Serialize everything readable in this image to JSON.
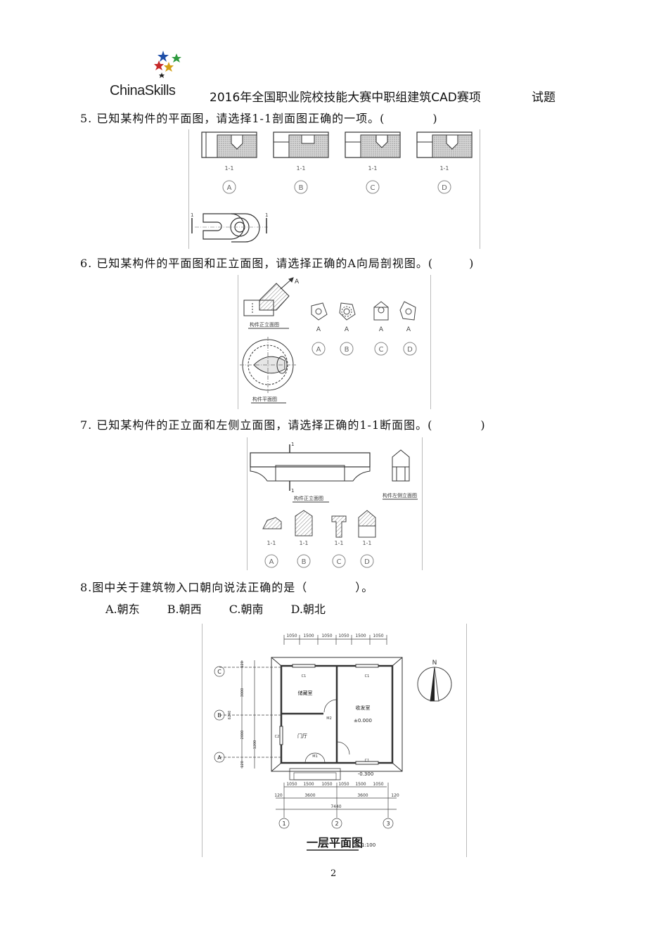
{
  "header": {
    "logo_text": "ChinaSkills",
    "title": "2016年全国职业院校技能大赛中职组建筑CAD赛项",
    "suffix": "试题"
  },
  "questions": [
    {
      "number": "5",
      "text": "5. 已知某构件的平面图，请选择1-1剖面图正确的一项。(　　　　)"
    },
    {
      "number": "6",
      "text": "6. 已知某构件的平面图和正立面图，请选择正确的A向局剖视图。(　　　)"
    },
    {
      "number": "7",
      "text": "7. 已知某构件的正立面和左侧立面图，请选择正确的1-1断面图。(　　　　)"
    },
    {
      "number": "8",
      "text": "8.图中关于建筑物入口朝向说法正确的是（　　　　）。",
      "options": [
        "A.朝东",
        "B.朝西",
        "C.朝南",
        "D.朝北"
      ]
    }
  ],
  "figures": {
    "q5": {
      "section_label": "1-1",
      "options": [
        "A",
        "B",
        "C",
        "D"
      ],
      "plan_mark": "1"
    },
    "q6": {
      "arrow_label": "A",
      "front_caption": "构件正立面图",
      "plan_caption": "构件平面图",
      "options": [
        "A",
        "B",
        "C",
        "D"
      ]
    },
    "q7": {
      "section_mark": "1",
      "front_caption": "构件正立面图",
      "side_caption": "构件左侧立面图",
      "section_label": "1-1",
      "options": [
        "A",
        "B",
        "C",
        "D"
      ]
    },
    "q8": {
      "top_dims": [
        "1050",
        "1500",
        "1050",
        "1050",
        "1500",
        "1050"
      ],
      "bottom_dims1": [
        "1050",
        "1500",
        "1050",
        "1050",
        "1500",
        "1050"
      ],
      "bottom_dims2": [
        "120",
        "3600",
        "3600",
        "120"
      ],
      "total_dim": "7440",
      "left_dims": [
        "120",
        "3000",
        "2000",
        "1200",
        "120"
      ],
      "left_total": "6240",
      "axes_rows": [
        "C",
        "B",
        "A"
      ],
      "axes_cols": [
        "1",
        "2",
        "3"
      ],
      "rooms": [
        "储藏室",
        "收发室",
        "门厅"
      ],
      "level_room": "±0.000",
      "level_entry": "-0.300",
      "window_tag": "C1",
      "door_tags": [
        "M1",
        "M2",
        "C2"
      ],
      "north": "N",
      "title": "一层平面图",
      "scale": "1:100"
    }
  },
  "page_number": "2"
}
